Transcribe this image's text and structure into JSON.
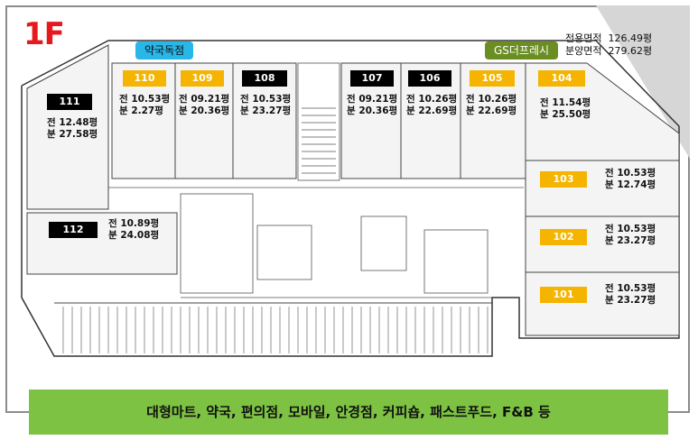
{
  "floor": "1F",
  "summary": {
    "exclusive_label": "전용면적",
    "exclusive_value": "126.49평",
    "sale_label": "분양면적",
    "sale_value": "279.62평"
  },
  "tags": {
    "pharmacy": "약국독점",
    "gs": "GS더프레시"
  },
  "units": [
    {
      "id": "111",
      "color": "black",
      "exclusive": "전 12.48평",
      "sale": "분 27.58평"
    },
    {
      "id": "110",
      "color": "yellow",
      "exclusive": "전 10.53평",
      "sale": "분 2.27평"
    },
    {
      "id": "109",
      "color": "yellow",
      "exclusive": "전 09.21평",
      "sale": "분 20.36평"
    },
    {
      "id": "108",
      "color": "black",
      "exclusive": "전 10.53평",
      "sale": "분 23.27평"
    },
    {
      "id": "107",
      "color": "black",
      "exclusive": "전 09.21평",
      "sale": "분 20.36평"
    },
    {
      "id": "106",
      "color": "black",
      "exclusive": "전 10.26평",
      "sale": "분 22.69평"
    },
    {
      "id": "105",
      "color": "yellow",
      "exclusive": "전 10.26평",
      "sale": "분 22.69평"
    },
    {
      "id": "104",
      "color": "yellow",
      "exclusive": "전 11.54평",
      "sale": "분 25.50평"
    },
    {
      "id": "103",
      "color": "yellow",
      "exclusive": "전 10.53평",
      "sale": "분 12.74평"
    },
    {
      "id": "102",
      "color": "yellow",
      "exclusive": "전 10.53평",
      "sale": "분 23.27평"
    },
    {
      "id": "101",
      "color": "yellow",
      "exclusive": "전 10.53평",
      "sale": "분 23.27평"
    },
    {
      "id": "112",
      "color": "black",
      "exclusive": "전 10.89평",
      "sale": "분 24.08평"
    }
  ],
  "recommended": "대형마트, 약국, 편의점, 모바일, 안경점, 커피숍, 패스트푸드, F&B 등",
  "colors": {
    "yellow": "#f5b400",
    "black": "#000000",
    "green": "#7dc242",
    "cyan": "#29b6e8",
    "olive": "#6b8e23",
    "red": "#e8191e"
  }
}
